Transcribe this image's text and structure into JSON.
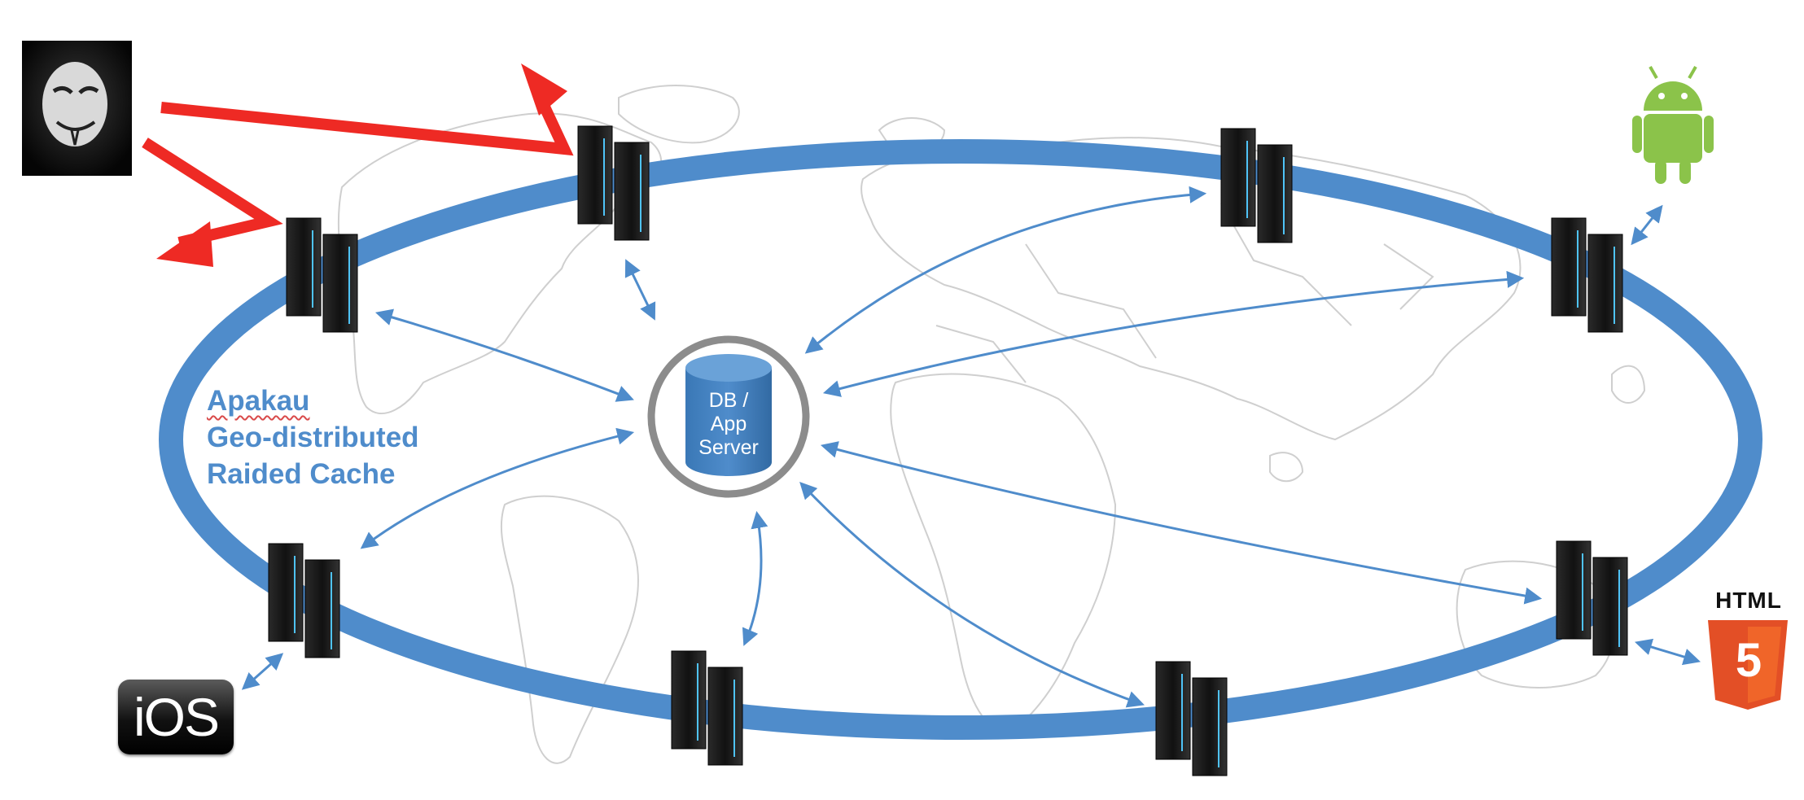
{
  "ring_label": {
    "line1": "Apakau",
    "line2": "Geo-distributed",
    "line3": "Raided Cache"
  },
  "db_server": {
    "line1": "DB /",
    "line2": "App",
    "line3": "Server"
  },
  "clients": {
    "ios": "iOS",
    "html_word": "HTML",
    "html_number": "5",
    "android": "android-robot-icon",
    "attacker": "anonymous-mask-icon"
  },
  "colors": {
    "ring": "#4f8ccb",
    "connector": "#4f8ccb",
    "attack_arrow": "#ee2a24",
    "db_cylinder": "#3f7fbf",
    "db_ring": "#8c8c8c",
    "html5_orange": "#e34f26",
    "android_green": "#8bc34a"
  }
}
